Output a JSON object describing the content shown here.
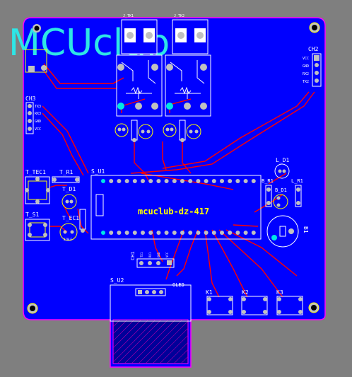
{
  "colors": {
    "background": "#7f7f7f",
    "board": "#0000ff",
    "outline": "#ff00ff",
    "trace": "#ff0000",
    "silk": "#ffff00",
    "watermark": "#2ee6e6",
    "pad": "#c0c0c0",
    "via": "#00e5e5"
  },
  "watermark": "MCUclub",
  "board_name": "mcuclub-dz-417",
  "labels": {
    "ch2": "CH2",
    "ch3": "CH3",
    "ch1": "CH1",
    "s_u1": "S_U1",
    "s_u2": "S_U2",
    "oled": "OLED",
    "t_tec1": "T_TEC1",
    "t_r1": "T_R1",
    "t_d1": "T_D1",
    "t_ec1": "T_EC1",
    "t_s1": "T_S1",
    "l_d1": "L_D1",
    "b_r1": "B_R1",
    "l_r1": "L_R1",
    "b_d1": "B_D1",
    "b1": "B1",
    "k1": "K1",
    "k2": "K2",
    "k3": "K3",
    "jk1": "J_TK1",
    "jk2": "J_TK2",
    "ch2_pins": [
      "VCC",
      "GND",
      "RX2",
      "TX2"
    ],
    "ch3_pins": [
      "TX3",
      "RX3",
      "GND",
      "VCC"
    ],
    "ch1_pins": [
      "TX1",
      "RX1",
      "GND",
      "VCC"
    ],
    "tec_cap": "220uF"
  }
}
